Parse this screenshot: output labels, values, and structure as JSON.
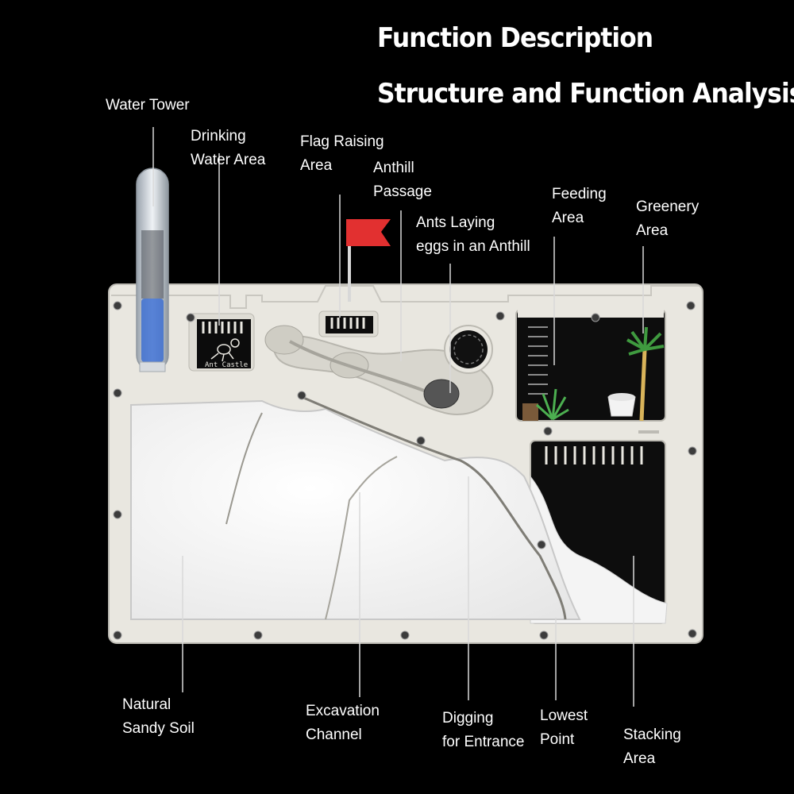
{
  "titles": {
    "line1": "Function Description",
    "line2": "Structure and Function Analysis"
  },
  "labels": {
    "water_tower": [
      "Water Tower"
    ],
    "drinking_water_area": [
      "Drinking",
      "Water Area"
    ],
    "flag_raising_area": [
      "Flag Raising",
      "Area"
    ],
    "anthill_passage": [
      "Anthill",
      "Passage"
    ],
    "ants_laying_eggs": [
      "Ants Laying",
      "eggs in an Anthill"
    ],
    "feeding_area": [
      "Feeding",
      "Area"
    ],
    "greenery_area": [
      "Greenery",
      "Area"
    ],
    "natural_sandy_soil": [
      "Natural",
      "Sandy Soil"
    ],
    "excavation_channel": [
      "Excavation",
      "Channel"
    ],
    "digging_for_entrance": [
      "Digging",
      "for Entrance"
    ],
    "lowest_point": [
      "Lowest",
      "Point"
    ],
    "stacking_area": [
      "Stacking",
      "Area"
    ]
  },
  "product": {
    "logo_text": "Ant Castle"
  },
  "colors": {
    "background": "#000000",
    "frame": "#e9e7e0",
    "sand": "#f7f7f7",
    "flag": "#e23030",
    "water": "#3d6fd0"
  }
}
